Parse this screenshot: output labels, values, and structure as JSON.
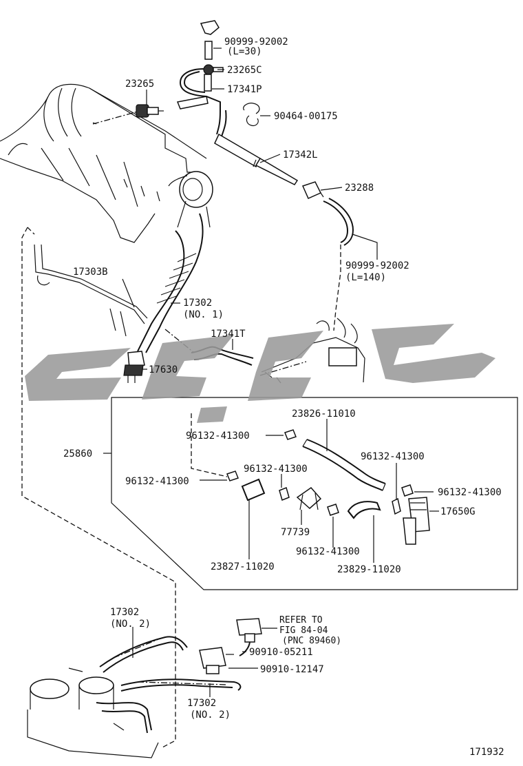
{
  "diagram": {
    "figure_number": "171932",
    "group_label": "25860",
    "labels": {
      "p_90999_92002_a": "90999-92002",
      "p_90999_92002_a_len": "(L=30)",
      "p_23265C": "23265C",
      "p_23265": "23265",
      "p_17341P": "17341P",
      "p_90464_00175": "90464-00175",
      "p_17342L": "17342L",
      "p_23288": "23288",
      "p_90999_92002_b": "90999-92002",
      "p_90999_92002_b_len": "(L=140)",
      "p_17303B": "17303B",
      "p_17302_no1": "17302",
      "p_17302_no1_sub": "(NO. 1)",
      "p_17341T": "17341T",
      "p_17630": "17630",
      "p_23826_11010": "23826-11010",
      "p_96132_41300_a": "96132-41300",
      "p_96132_41300_b": "96132-41300",
      "p_96132_41300_c": "96132-41300",
      "p_96132_41300_d": "96132-41300",
      "p_96132_41300_e": "96132-41300",
      "p_96132_41300_f": "96132-41300",
      "p_17650G": "17650G",
      "p_77739": "77739",
      "p_23827_11020": "23827-11020",
      "p_23829_11020": "23829-11020",
      "p_17302_no2_a": "17302",
      "p_17302_no2_a_sub": "(NO. 2)",
      "p_17302_no2_b": "17302",
      "p_17302_no2_b_sub": "(NO. 2)",
      "refer_line1": "REFER TO",
      "refer_line2": "FIG 84-04",
      "refer_line3": "(PNC 89460)",
      "p_90910_05211": "90910-05211",
      "p_90910_12147": "90910-12147"
    }
  }
}
